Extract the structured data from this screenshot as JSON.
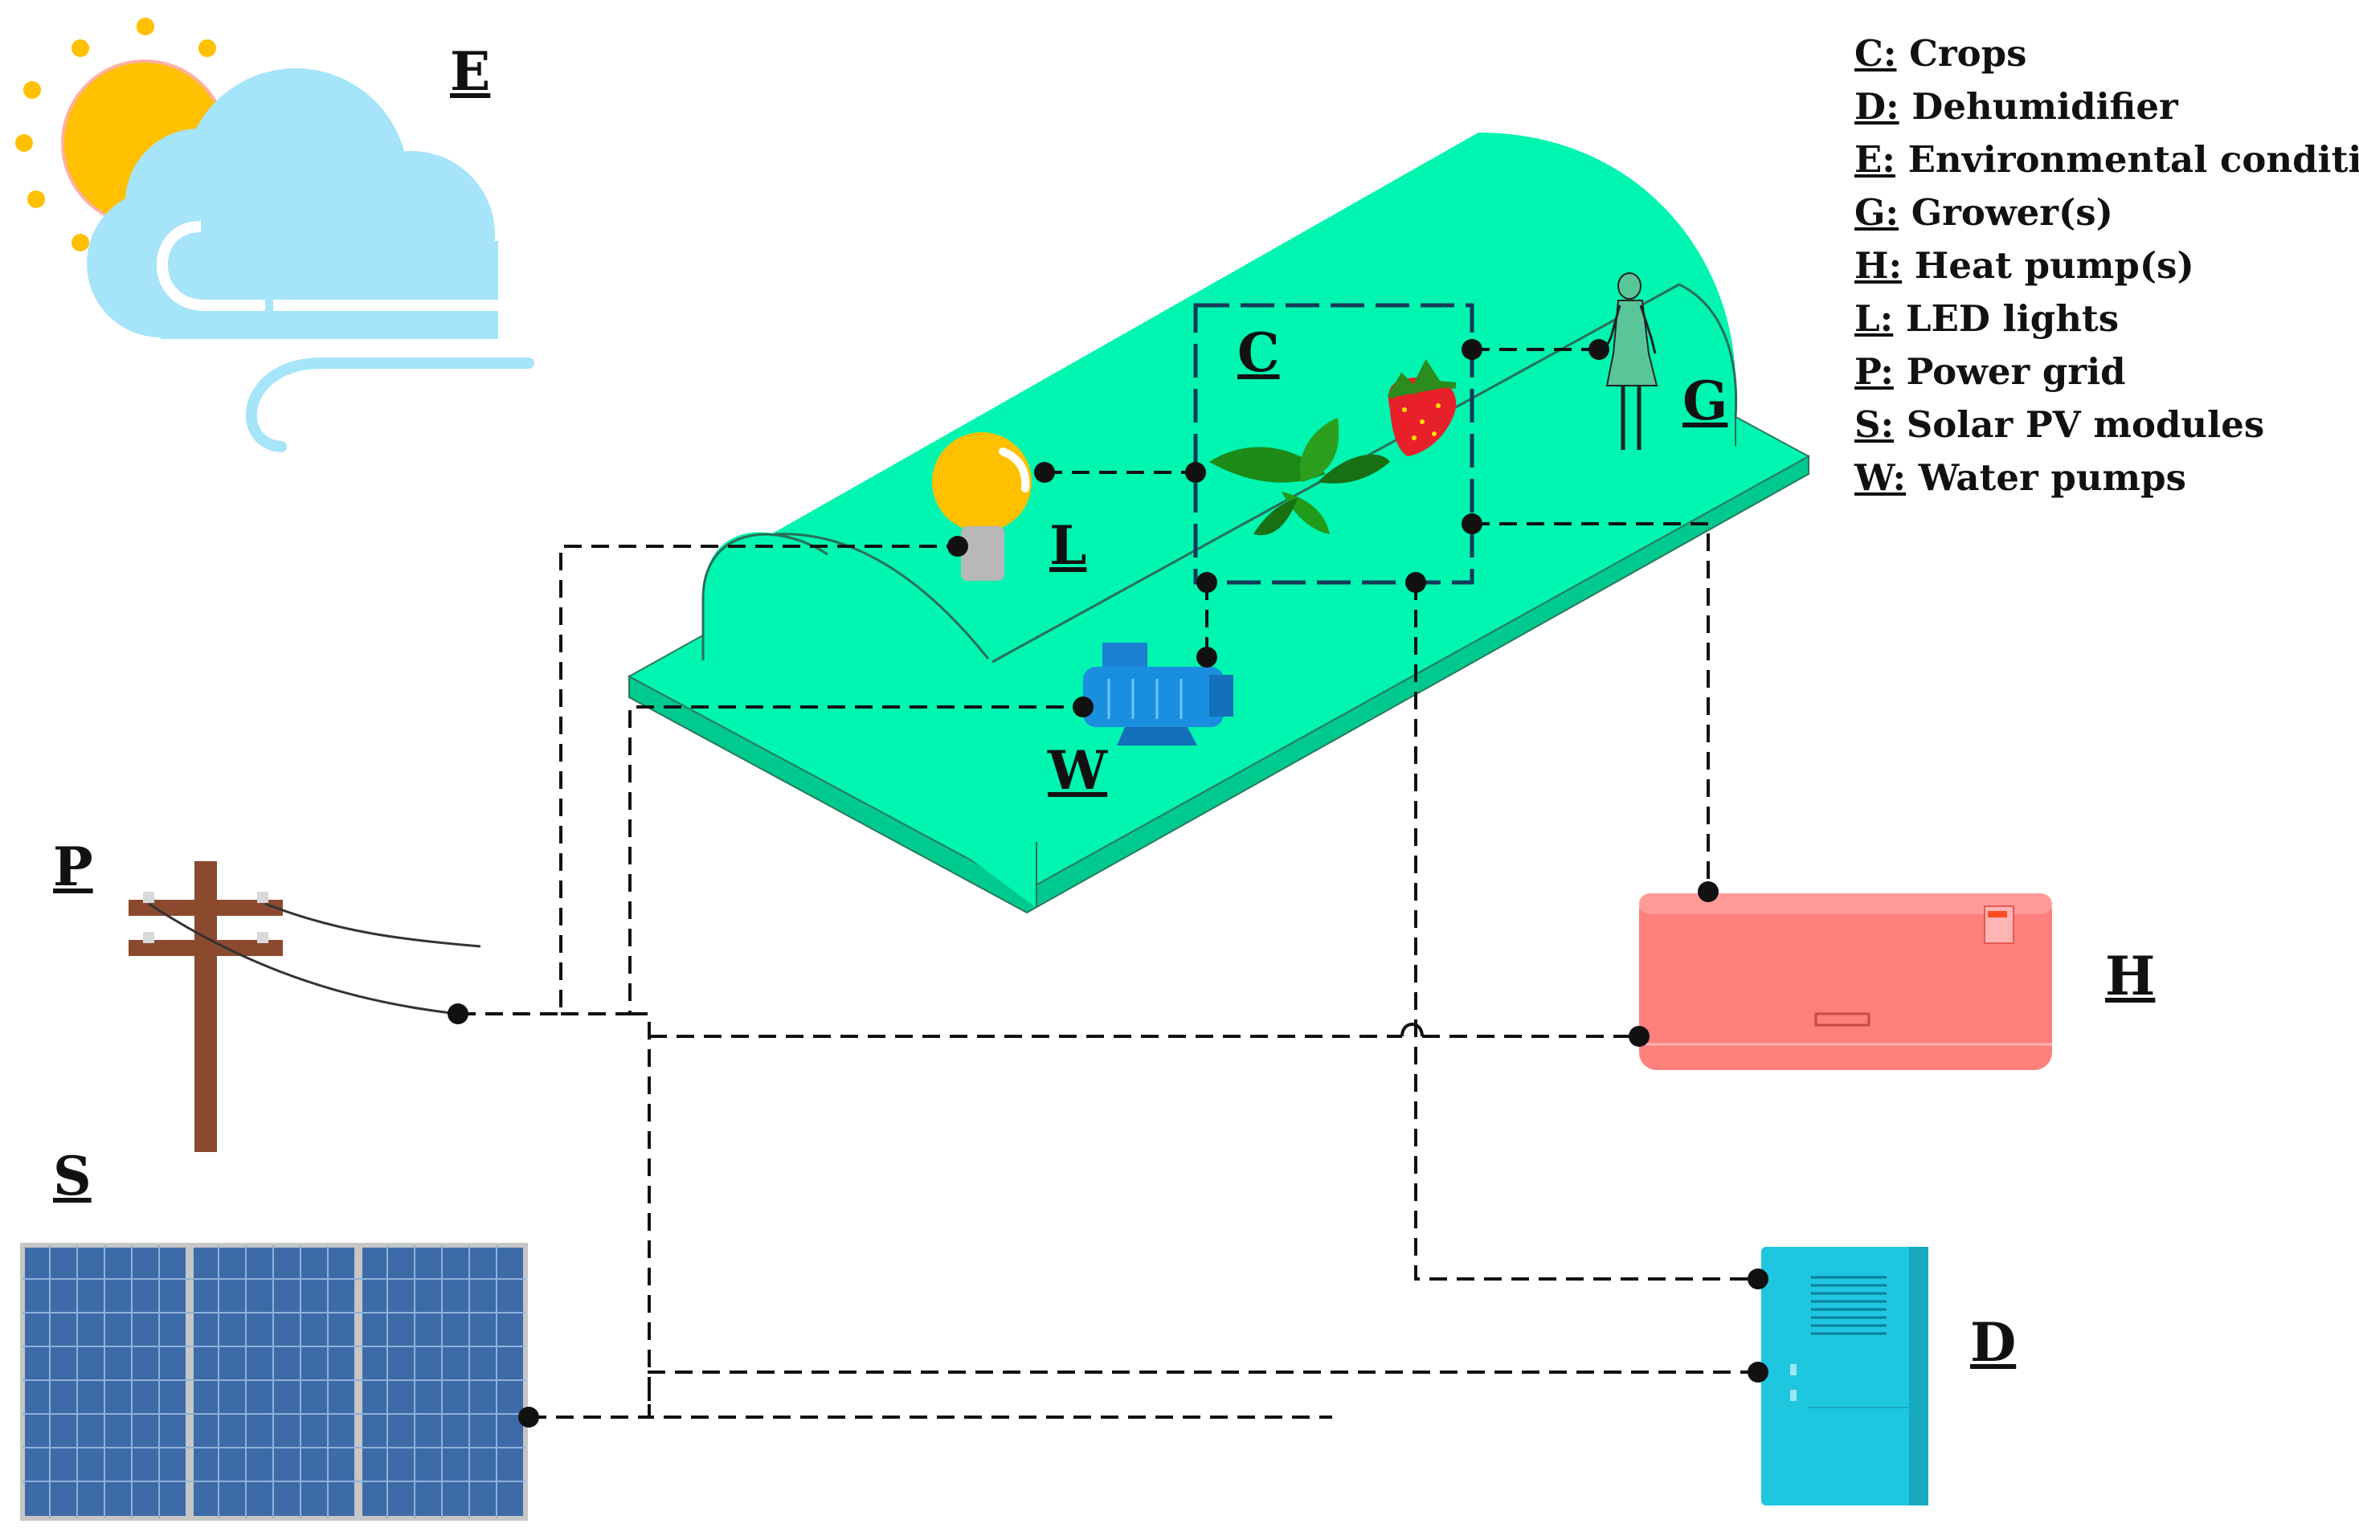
{
  "labels": {
    "crops": "C",
    "environment": "E",
    "grower": "G",
    "heat_pump": "H",
    "led": "L",
    "power_grid": "P",
    "solar": "S",
    "water_pump": "W",
    "dehumidifier": "D"
  },
  "legend": [
    {
      "key": "C:",
      "text": " Crops"
    },
    {
      "key": "D:",
      "text": " Dehumidifier"
    },
    {
      "key": "E:",
      "text": " Environmental conditions"
    },
    {
      "key": "G:",
      "text": " Grower(s)"
    },
    {
      "key": "H:",
      "text": " Heat pump(s)"
    },
    {
      "key": "L:",
      "text": " LED lights"
    },
    {
      "key": "P:",
      "text": " Power grid"
    },
    {
      "key": "S:",
      "text": " Solar PV modules"
    },
    {
      "key": "W:",
      "text": " Water pumps"
    }
  ],
  "colors": {
    "greenhouse": "#00f5b0",
    "heat_pump": "#ff7f7c",
    "dehumidifier": "#1ec6e0",
    "solar": "#3d6ba8",
    "pole": "#8b4a2e",
    "sun": "#ffc000",
    "cloud": "#a6e4fa"
  }
}
